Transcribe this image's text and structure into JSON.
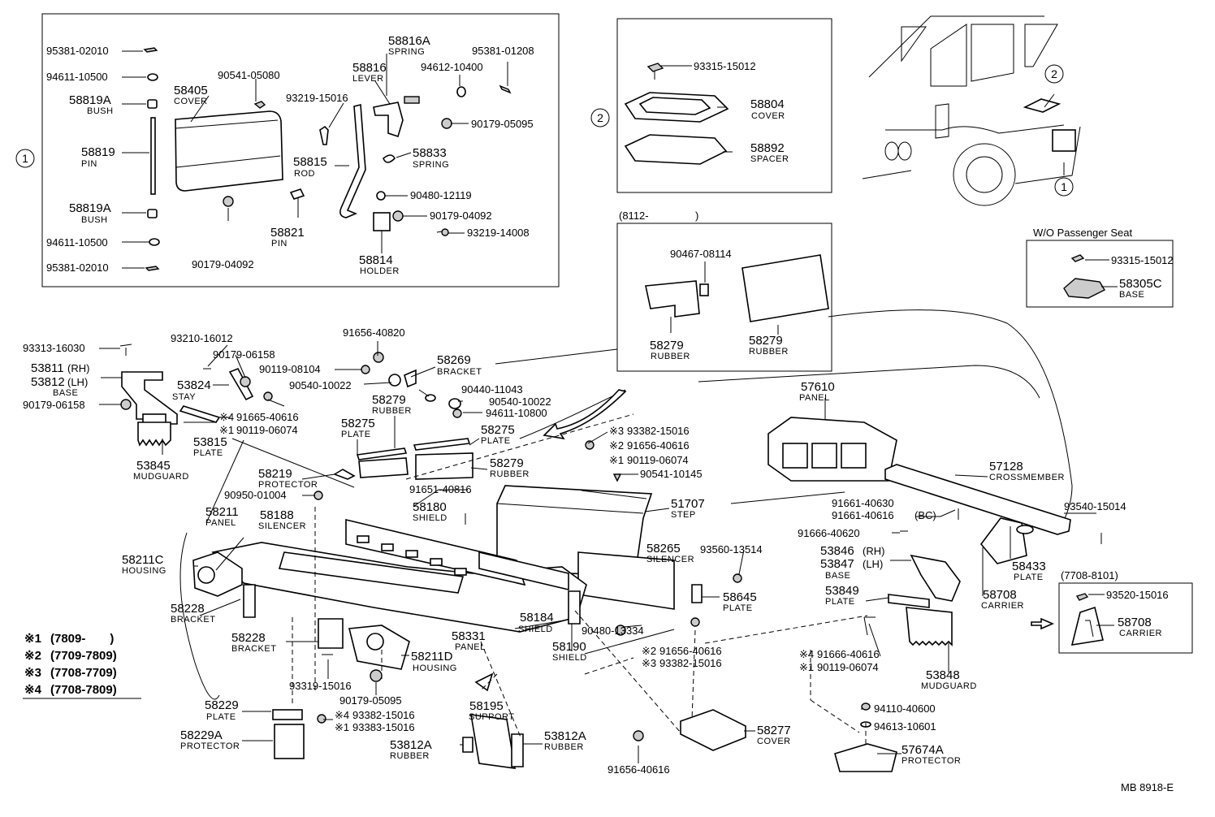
{
  "callouts": {
    "one": "1",
    "two": "2"
  },
  "box1": {
    "p95381_02010_a": "95381-02010",
    "p94611_10500_a": "94611-10500",
    "p58819A_a": "58819A",
    "bush_a": "BUSH",
    "p58819": "58819",
    "pin_a": "PIN",
    "p58819A_b": "58819A",
    "bush_b": "BUSH",
    "p94611_10500_b": "94611-10500",
    "p95381_02010_b": "95381-02010",
    "p58405": "58405",
    "cover": "COVER",
    "p90541_05080": "90541-05080",
    "p90179_04092": "90179-04092",
    "p93219_15016": "93219-15016",
    "p58815": "58815",
    "rod": "ROD",
    "p58821": "58821",
    "pin_b": "PIN",
    "p58816A": "58816A",
    "spring_a": "SPRING",
    "p58816": "58816",
    "lever": "LEVER",
    "p58833": "58833",
    "spring_b": "SPRING",
    "p94612_10400": "94612-10400",
    "p95381_01208": "95381-01208",
    "p90179_05095": "90179-05095",
    "p90480_12119": "90480-12119",
    "p90179_04092_b": "90179-04092",
    "p93219_14008": "93219-14008",
    "p58814": "58814",
    "holder": "HOLDER"
  },
  "box2": {
    "p93315_15012": "93315-15012",
    "p58804": "58804",
    "cover": "COVER",
    "p58892": "58892",
    "spacer": "SPACER"
  },
  "box3": {
    "range": "(8112-",
    "range_end": ")",
    "p90467_08114": "90467-08114",
    "p58279_a": "58279",
    "rubber_a": "RUBBER",
    "p58279_b": "58279",
    "rubber_b": "RUBBER"
  },
  "box4": {
    "title": "W/O Passenger Seat",
    "p93315_15012": "93315-15012",
    "p58305C": "58305C",
    "base": "BASE"
  },
  "box5": {
    "range": "(7708-8101)",
    "p93520_15016": "93520-15016",
    "p58708": "58708",
    "carrier": "CARRIER"
  },
  "main": {
    "p93313_16030": "93313-16030",
    "p53811": "53811",
    "rh": "(RH)",
    "p53812": "53812",
    "lh": "(LH)",
    "base": "BASE",
    "p90179_06158_a": "90179-06158",
    "p93210_16012": "93210-16012",
    "p90179_06158_b": "90179-06158",
    "p90119_08104": "90119-08104",
    "p53824": "53824",
    "stay": "STAY",
    "p91665_40616": "91665-40616",
    "m4a": "※4",
    "p90119_06074_a": "90119-06074",
    "m1a": "※1",
    "p53815": "53815",
    "plate_a": "PLATE",
    "p53845": "53845",
    "mudguard_a": "MUDGUARD",
    "p91656_40820": "91656-40820",
    "p58269": "58269",
    "bracket_a": "BRACKET",
    "p90540_10022_a": "90540-10022",
    "p90440_11043": "90440-11043",
    "p90540_10022_b": "90540-10022",
    "p94611_10800": "94611-10800",
    "p58279_c": "58279",
    "rubber_c": "RUBBER",
    "p58275_a": "58275",
    "plate_b": "PLATE",
    "p58275_b": "58275",
    "plate_c": "PLATE",
    "p58279_d": "58279",
    "rubber_d": "RUBBER",
    "p93382_15016_a": "93382-15016",
    "m3a": "※3",
    "p91656_40616_a": "91656-40616",
    "m2a": "※2",
    "p90119_06074_b": "90119-06074",
    "m1b": "※1",
    "p90541_10145": "90541-10145",
    "p58219": "58219",
    "protector_a": "PROTECTOR",
    "p90950_01004": "90950-01004",
    "p58211": "58211",
    "panel_a": "PANEL",
    "p58188": "58188",
    "silencer_a": "SILENCER",
    "p91651_40816": "91651-40816",
    "p58180": "58180",
    "shield_a": "SHIELD",
    "p51707": "51707",
    "step": "STEP",
    "p58211C": "58211C",
    "housing_a": "HOUSING",
    "p58228_a": "58228",
    "bracket_b": "BRACKET",
    "p58228_b": "58228",
    "bracket_c": "BRACKET",
    "p58265": "58265",
    "silencer_b": "SILENCER",
    "p93560_13514": "93560-13514",
    "p58645": "58645",
    "plate_d": "PLATE",
    "p58184": "58184",
    "shield_b": "SHIELD",
    "p90480_13334": "90480-13334",
    "p58331": "58331",
    "panel_b": "PANEL",
    "p58211D": "58211D",
    "housing_b": "HOUSING",
    "p58190": "58190",
    "shield_c": "SHIELD",
    "p91656_40616_b": "91656-40616",
    "m2b": "※2",
    "p93382_15016_b": "93382-15016",
    "m3b": "※3",
    "p93319_15016": "93319-15016",
    "p90179_05095": "90179-05095",
    "p58229": "58229",
    "plate_e": "PLATE",
    "p93382_15016_c": "93382-15016",
    "m4b": "※4",
    "p93383_15016": "93383-15016",
    "m1c": "※1",
    "p58229A": "58229A",
    "protector_b": "PROTECTOR",
    "p58195": "58195",
    "support": "SUPPORT",
    "p53812A_a": "53812A",
    "rubber_e": "RUBBER",
    "p53812A_b": "53812A",
    "rubber_f": "RUBBER",
    "p58277": "58277",
    "cover_b": "COVER",
    "p91656_40616_c": "91656-40616",
    "p57610": "57610",
    "panel_c": "PANEL",
    "p57128": "57128",
    "crossmember": "CROSSMEMBER",
    "p93540_15014": "93540-15014",
    "p91661_40630": "91661-40630",
    "p91661_40616": "91661-40616",
    "bc": "(BC)",
    "p91666_40620": "91666-40620",
    "p53846": "53846",
    "rh_b": "(RH)",
    "p53847": "53847",
    "lh_b": "(LH)",
    "base_b": "BASE",
    "p58433": "58433",
    "plate_f": "PLATE",
    "p58708": "58708",
    "carrier": "CARRIER",
    "p53849": "53849",
    "plate_g": "PLATE",
    "p91666_40616": "91666-40616",
    "m4c": "※4",
    "p90119_06074_c": "90119-06074",
    "m1d": "※1",
    "p53848": "53848",
    "mudguard_b": "MUDGUARD",
    "p94110_40600": "94110-40600",
    "p94613_10601": "94613-10601",
    "p57674A": "57674A",
    "protector_c": "PROTECTOR"
  },
  "legend": [
    {
      "mark": "※1",
      "range": "(7809-　　)"
    },
    {
      "mark": "※2",
      "range": "(7709-7809)"
    },
    {
      "mark": "※3",
      "range": "(7708-7709)"
    },
    {
      "mark": "※4",
      "range": "(7708-7809)"
    }
  ],
  "code": "MB 8918-E"
}
